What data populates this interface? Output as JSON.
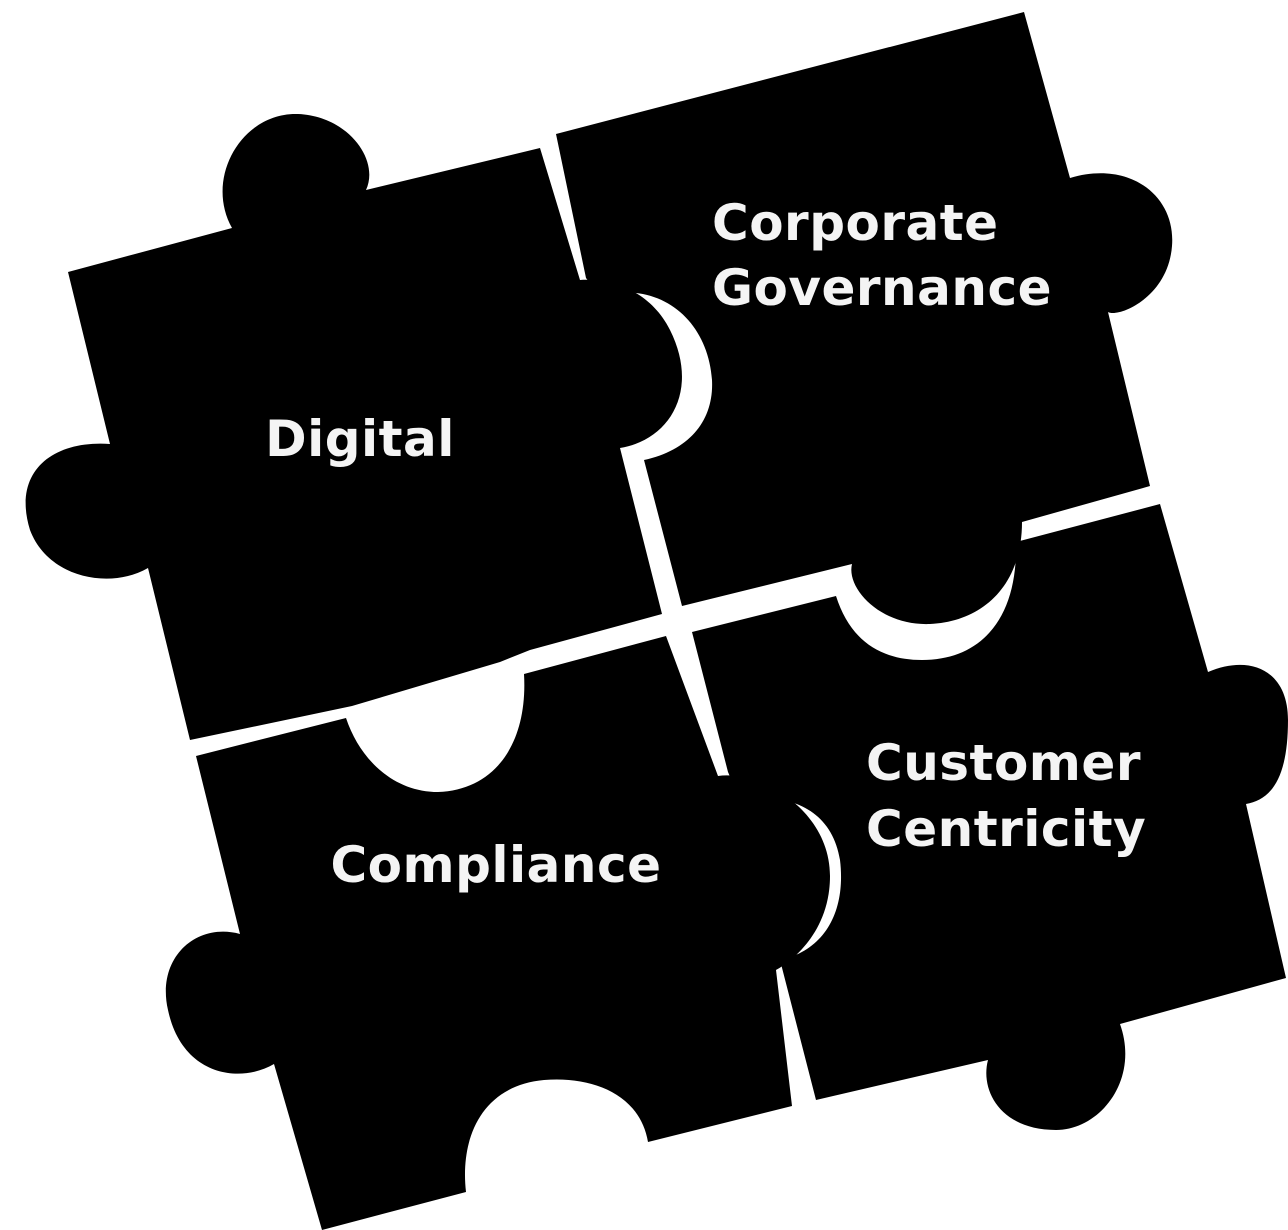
{
  "diagram": {
    "type": "jigsaw-puzzle",
    "background_color": "#ffffff",
    "piece_color": "#000000",
    "label_color": "#f4f4f4",
    "pieces": [
      {
        "id": "digital",
        "label_lines": [
          "Digital"
        ]
      },
      {
        "id": "corporate-governance",
        "label_lines": [
          "Corporate",
          "Governance"
        ]
      },
      {
        "id": "compliance",
        "label_lines": [
          "Compliance"
        ]
      },
      {
        "id": "customer-centricity",
        "label_lines": [
          "Customer",
          "Centricity"
        ]
      }
    ]
  }
}
